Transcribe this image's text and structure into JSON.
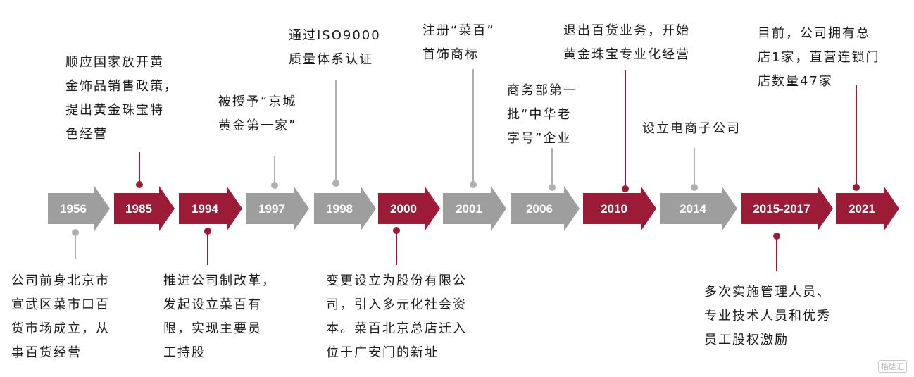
{
  "colors": {
    "grey": "#9e9e9e",
    "red": "#9c1b36",
    "connector_grey": "#b0b0b0",
    "connector_red": "#9c1b36"
  },
  "milestones": [
    {
      "year": "1956",
      "color": "grey",
      "side": "below",
      "lines": [
        "公司前身北京市",
        "宣武区菜市口百",
        "货市场成立，从",
        "事百货经营"
      ]
    },
    {
      "year": "1985",
      "color": "red",
      "side": "above",
      "lines": [
        "顺应国家放开黄",
        "金饰品销售政策，",
        "提出黄金珠宝特",
        "色经营"
      ]
    },
    {
      "year": "1994",
      "color": "red",
      "side": "below",
      "lines": [
        "推进公司制改革，",
        "发起设立菜百有",
        "限，实现主要员",
        "工持股"
      ]
    },
    {
      "year": "1997",
      "color": "grey",
      "side": "above",
      "lines": [
        "被授予“京城",
        "黄金第一家”"
      ]
    },
    {
      "year": "1998",
      "color": "grey",
      "side": "above",
      "lines": [
        "通过ISO9000",
        "质量体系认证"
      ]
    },
    {
      "year": "2000",
      "color": "red",
      "side": "below",
      "lines": [
        "变更设立为股份有限公",
        "司，引入多元化社会资",
        "本。菜百北京总店迁入",
        "位于广安门的新址"
      ]
    },
    {
      "year": "2001",
      "color": "grey",
      "side": "above",
      "lines": [
        "注册“菜百”",
        "首饰商标"
      ]
    },
    {
      "year": "2006",
      "color": "grey",
      "side": "above",
      "lines": [
        "商务部第一",
        "批“中华老",
        "字号”企业"
      ]
    },
    {
      "year": "2010",
      "color": "red",
      "side": "above",
      "lines": [
        "退出百货业务，开始",
        "黄金珠宝专业化经营"
      ]
    },
    {
      "year": "2014",
      "color": "grey",
      "side": "above",
      "lines": [
        "设立电商子公司"
      ]
    },
    {
      "year": "2015-2017",
      "color": "red",
      "side": "below",
      "lines": [
        "多次实施管理人员、",
        "专业技术人员和优秀",
        "员工股权激励"
      ]
    },
    {
      "year": "2021",
      "color": "red",
      "side": "above",
      "lines": [
        "目前，公司拥有总",
        "店1家，直营连锁门",
        "店数量47家"
      ]
    }
  ],
  "watermark": "格隆汇"
}
